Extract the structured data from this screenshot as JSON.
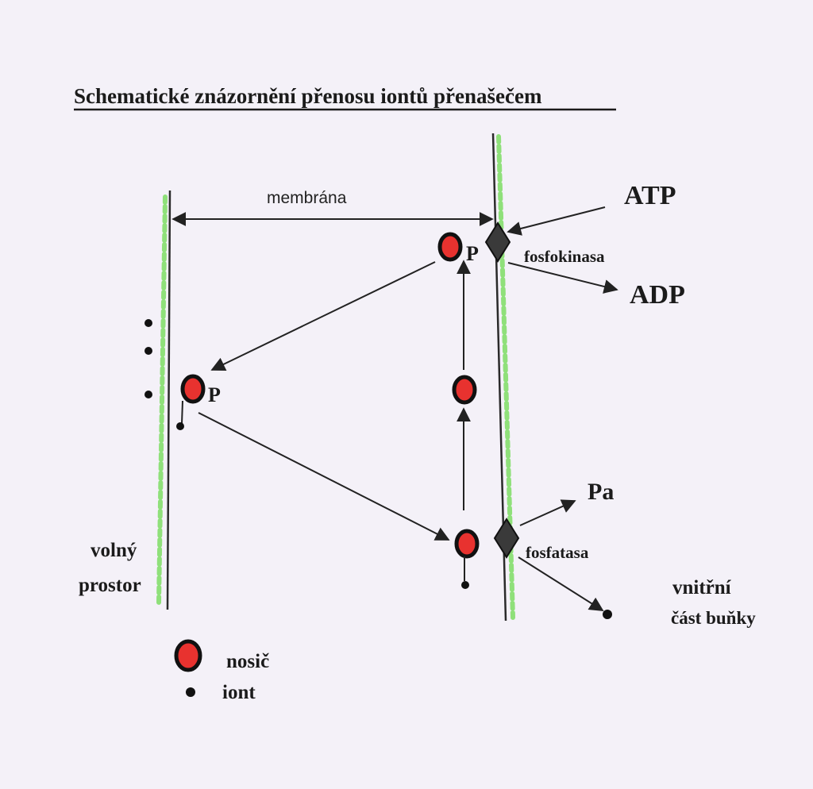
{
  "title": "Schematické znázornění přenosu iontů přenašečem",
  "labels": {
    "membrane": "membrána",
    "atp": "ATP",
    "adp": "ADP",
    "fosfokinasa": "fosfokinasa",
    "fosfatasa": "fosfatasa",
    "pa": "Pa",
    "phosphate": "P",
    "free_space_line1": "volný",
    "free_space_line2": "prostor",
    "inner_line1": "vnitřní",
    "inner_line2": "část buňky"
  },
  "legend": {
    "carrier": "nosič",
    "ion": "iont"
  },
  "colors": {
    "carrier_fill": "#e8322f",
    "membrane_edge": "#8fe07a",
    "ink": "#1b1b1b"
  }
}
